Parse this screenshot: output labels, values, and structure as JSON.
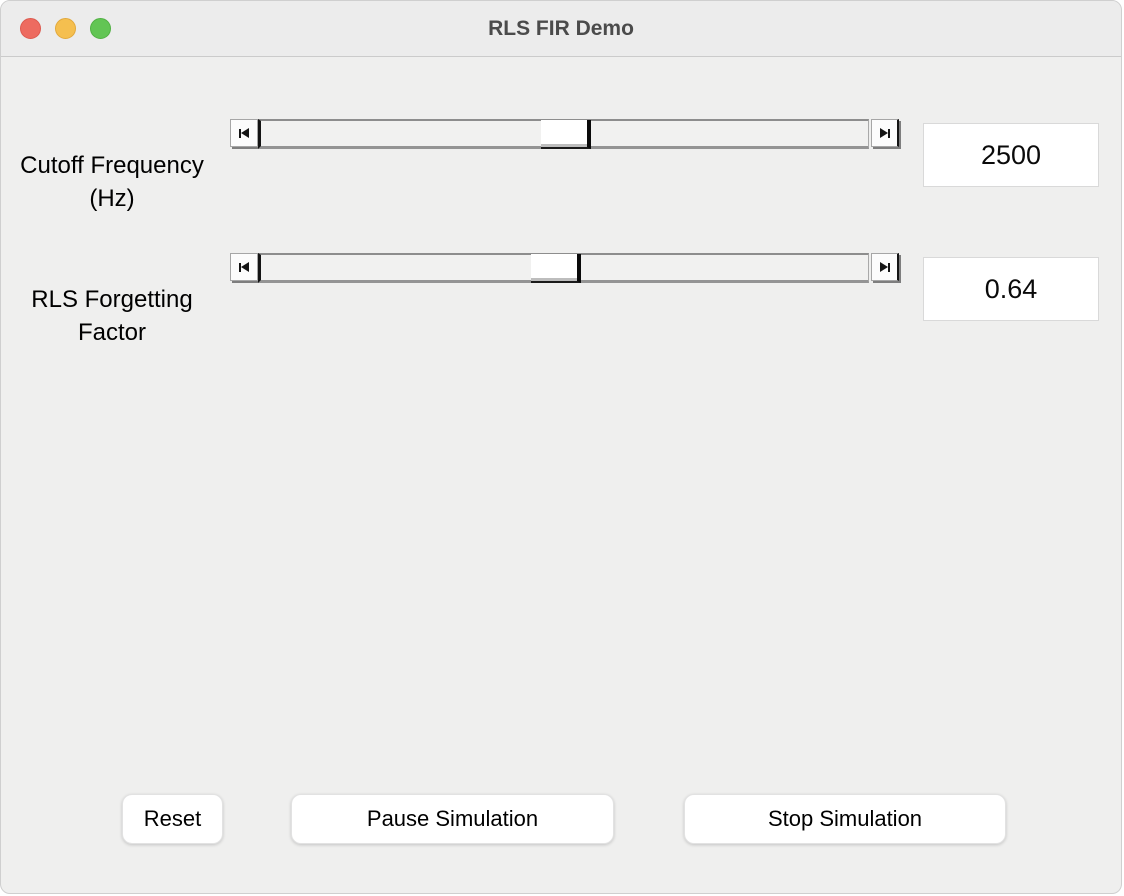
{
  "window": {
    "title": "RLS FIR Demo"
  },
  "titlebar": {
    "close_color": "#ed6b60",
    "minimize_color": "#f5bf4f",
    "zoom_color": "#62c554"
  },
  "sliders": [
    {
      "name": "cutoff-frequency",
      "label_line1": "Cutoff Frequency",
      "label_line2": "(Hz)",
      "value": "2500"
    },
    {
      "name": "rls-forgetting-factor",
      "label_line1": "RLS Forgetting",
      "label_line2": "Factor",
      "value": "0.64"
    }
  ],
  "buttons": {
    "reset": "Reset",
    "pause": "Pause Simulation",
    "stop": "Stop Simulation"
  }
}
